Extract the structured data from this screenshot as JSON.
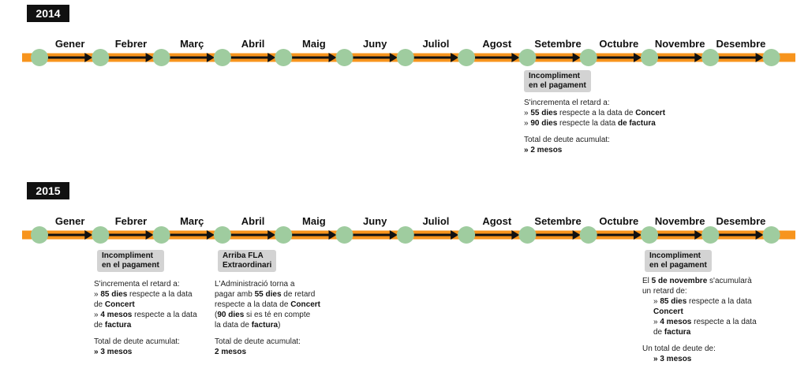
{
  "months": [
    "Gener",
    "Febrer",
    "Març",
    "Abril",
    "Maig",
    "Juny",
    "Juliol",
    "Agost",
    "Setembre",
    "Octubre",
    "Novembre",
    "Desembre"
  ],
  "colors": {
    "line": "#f7941d",
    "node": "#9fcc9f",
    "arrow": "#111111",
    "tag": "#d3d3d3"
  },
  "y2014": {
    "year": "2014",
    "tag": [
      "Incompliment",
      "en el pagament"
    ],
    "note": {
      "intro": "S'incrementa el retard a:",
      "l1a": "» ",
      "l1b": "55 dies",
      "l1c": " respecte a la data de ",
      "l1d": "Concert",
      "l2a": "» ",
      "l2b": "90 dies",
      "l2c": " respecte la data ",
      "l2d": "de factura",
      "total": "Total de deute acumulat:",
      "totv": "» 2 mesos"
    }
  },
  "y2015": {
    "year": "2015",
    "feb": {
      "tag": [
        "Incompliment",
        "en el pagament"
      ],
      "intro": "S'incrementa el retard a:",
      "a1": "» ",
      "a2": "85 dies",
      "a3": " respecte a la data",
      "a4": "de ",
      "a5": "Concert",
      "b1": "» ",
      "b2": "4 mesos",
      "b3": " respecte a la data",
      "b4": "de ",
      "b5": "factura",
      "total": "Total de deute acumulat:",
      "totv": "» 3 mesos"
    },
    "abr": {
      "tag": [
        "Arriba FLA",
        "Extraordinari"
      ],
      "l1": "L'Administració torna a",
      "l2a": "pagar amb ",
      "l2b": "55 dies",
      "l2c": " de retard",
      "l3a": "respecte a la data de ",
      "l3b": "Concert",
      "l4a": "(",
      "l4b": "90 dies",
      "l4c": " si es té en compte",
      "l5a": "la data de ",
      "l5b": "factura",
      "l5c": ")",
      "total": "Total de deute acumulat:",
      "totv": "2 mesos"
    },
    "nov": {
      "tag": [
        "Incompliment",
        "en el pagament"
      ],
      "l1a": "El ",
      "l1b": "5 de novembre",
      "l1c": " s'acumularà",
      "l2": "un retard de:",
      "a1": "» ",
      "a2": "85 dies",
      "a3": " respecte a la data",
      "a4": "Concert",
      "b1": "» ",
      "b2": "4 mesos",
      "b3": " respecte a la data",
      "b4": "de ",
      "b5": "factura",
      "total": "Un total de deute de:",
      "totv": "» 3 mesos"
    }
  }
}
